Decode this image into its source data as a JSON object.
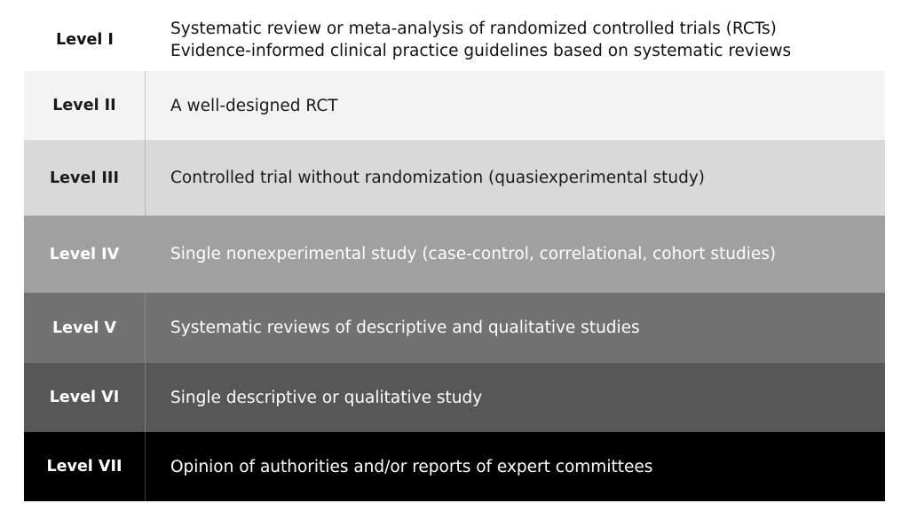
{
  "levels": [
    {
      "label": "Level I",
      "lines": [
        "Systematic review or meta-analysis of randomized controlled trials (RCTs)",
        "Evidence-informed clinical practice guidelines based on systematic reviews"
      ]
    },
    {
      "label": "Level II",
      "lines": [
        "A well-designed RCT"
      ]
    },
    {
      "label": "Level III",
      "lines": [
        "Controlled trial without randomization (quasiexperimental study)"
      ]
    },
    {
      "label": "Level IV",
      "lines": [
        "Single nonexperimental study (case-control, correlational, cohort studies)"
      ]
    },
    {
      "label": "Level V",
      "lines": [
        "Systematic reviews of descriptive and qualitative studies"
      ]
    },
    {
      "label": "Level VI",
      "lines": [
        "Single descriptive or qualitative study"
      ]
    },
    {
      "label": "Level VII",
      "lines": [
        "Opinion of authorities and/or reports of expert committees"
      ]
    }
  ]
}
